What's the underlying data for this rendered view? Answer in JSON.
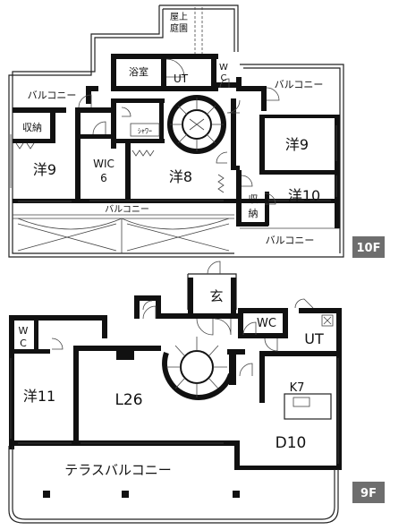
{
  "floor_10": {
    "tag": "10F",
    "rooms": {
      "roof_garden_top": "屋上",
      "roof_garden_bottom": "庭園",
      "bath": "浴室",
      "ut": "UT",
      "wc_top": "W",
      "wc_bottom": "C",
      "balcony_left": "バルコニー",
      "balcony_right": "バルコニー",
      "storage_left": "収納",
      "shower": "ｼｬﾜｰ",
      "western_9_left": "洋9",
      "wic_top": "WIC",
      "wic_bottom": "6",
      "western_8": "洋8",
      "western_9_right": "洋9",
      "storage_right_top": "収",
      "storage_right_bottom": "納",
      "western_10": "洋10",
      "balcony_bottom": "バルコニー",
      "balcony_bottom_right": "バルコニー"
    }
  },
  "floor_9": {
    "tag": "9F",
    "rooms": {
      "entrance": "玄",
      "wc_right": "WC",
      "ut": "UT",
      "wc_left_top": "W",
      "wc_left_bottom": "C",
      "western_11": "洋11",
      "living_26": "L26",
      "kitchen_7": "K7",
      "dining_10": "D10",
      "terrace_balcony": "テラスバルコニー"
    }
  }
}
